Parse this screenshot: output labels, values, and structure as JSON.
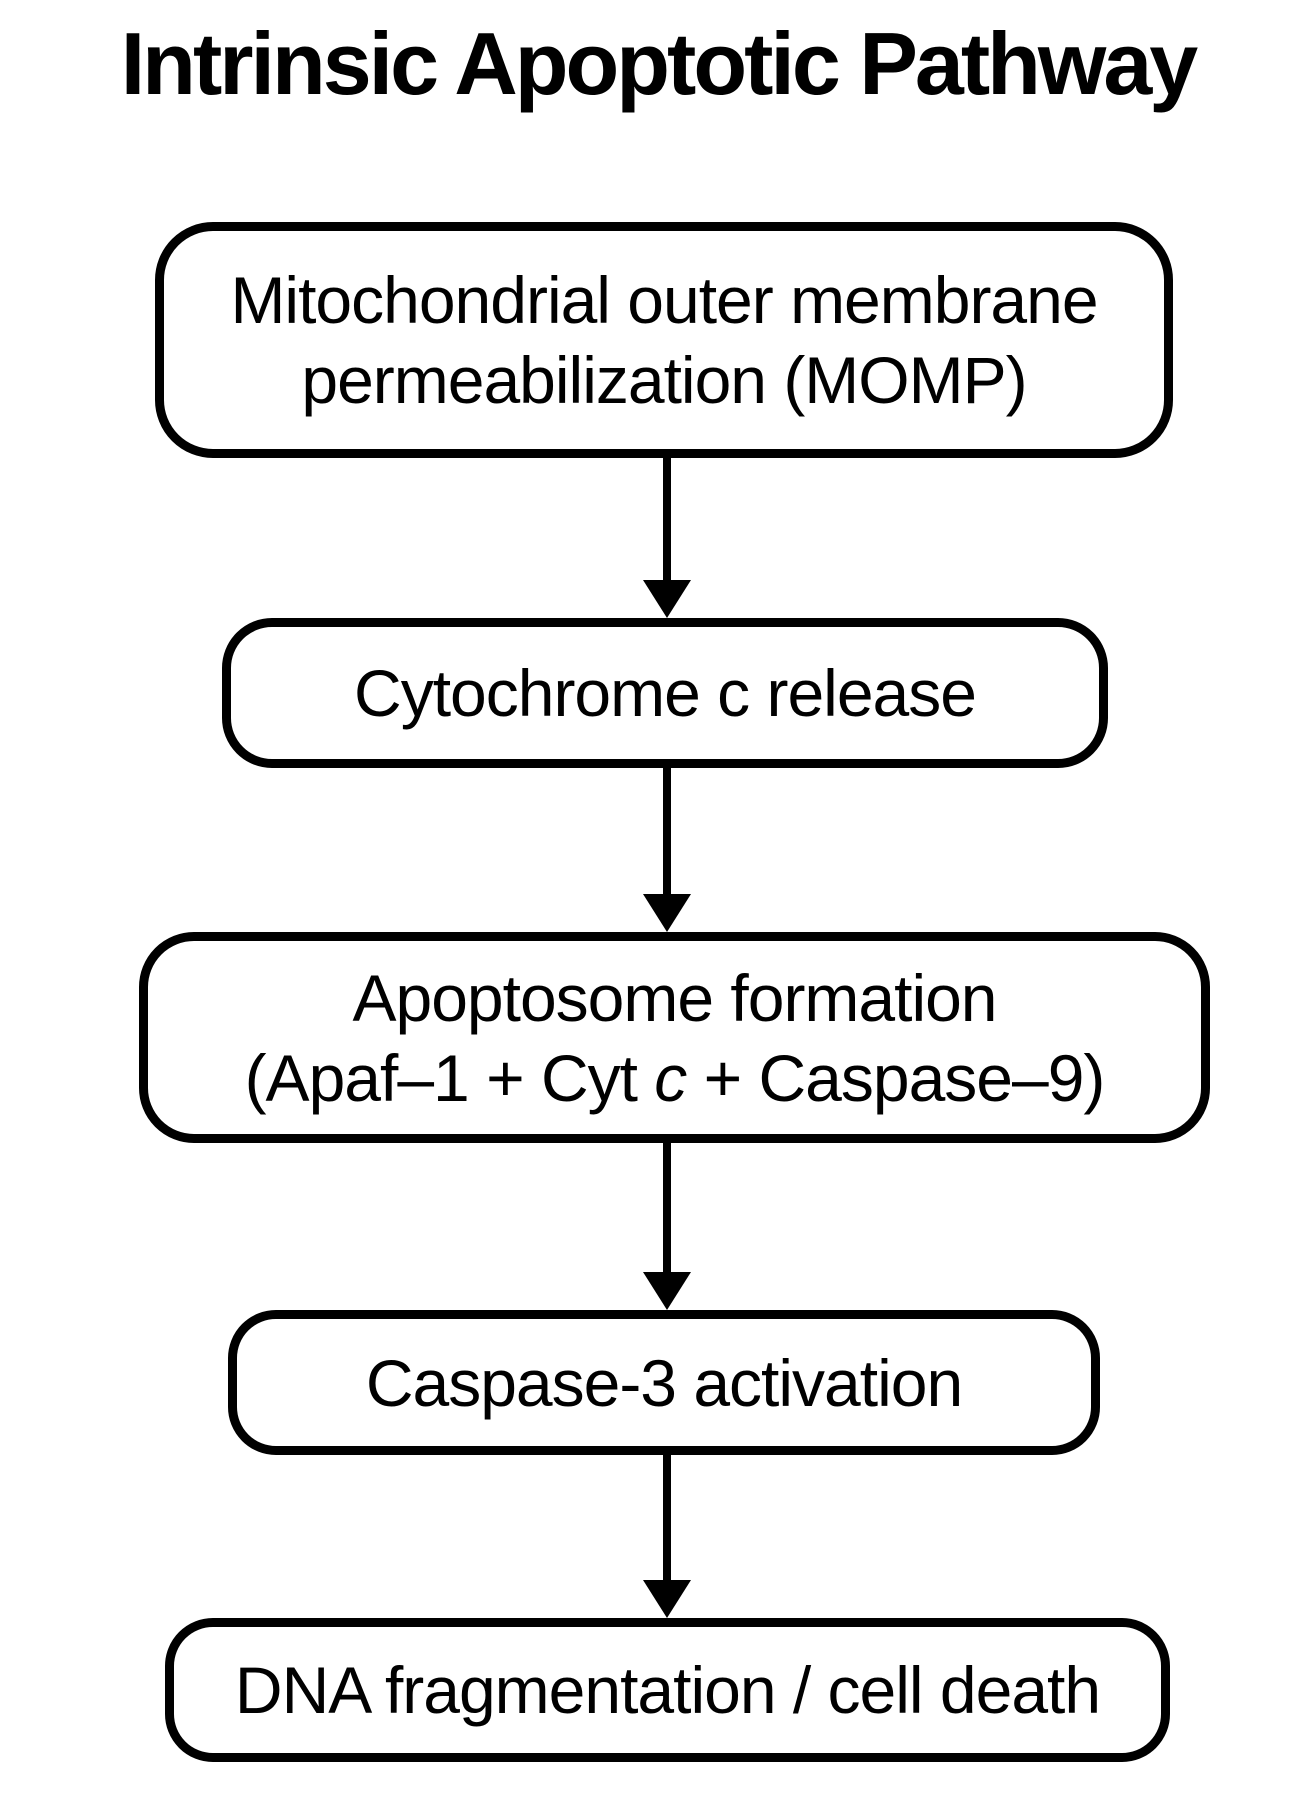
{
  "figure": {
    "title": "Intrinsic Apoptotic Pathway"
  },
  "colors": {
    "background": "#ffffff",
    "stroke": "#000000",
    "text": "#000000"
  },
  "flowchart": {
    "type": "vertical-flowchart",
    "nodes": {
      "momp": {
        "line1": "Mitochondrial outer membrane",
        "line2": "permeabilization (MOMP)"
      },
      "cytochrome_c_release": {
        "line1": "Cytochrome c release"
      },
      "apoptosome_formation": {
        "line1": "Apoptosome formation",
        "line2_pre": "(Apaf–1 + Cyt ",
        "line2_italic": "c",
        "line2_post": " + Caspase–9)"
      },
      "caspase3_activation": {
        "line1": "Caspase-3 activation"
      },
      "dna_fragmentation": {
        "line1": "DNA fragmentation / cell death"
      }
    },
    "edges": [
      {
        "from": "momp",
        "to": "cytochrome_c_release"
      },
      {
        "from": "cytochrome_c_release",
        "to": "apoptosome_formation"
      },
      {
        "from": "apoptosome_formation",
        "to": "caspase3_activation"
      },
      {
        "from": "caspase3_activation",
        "to": "dna_fragmentation"
      }
    ]
  }
}
